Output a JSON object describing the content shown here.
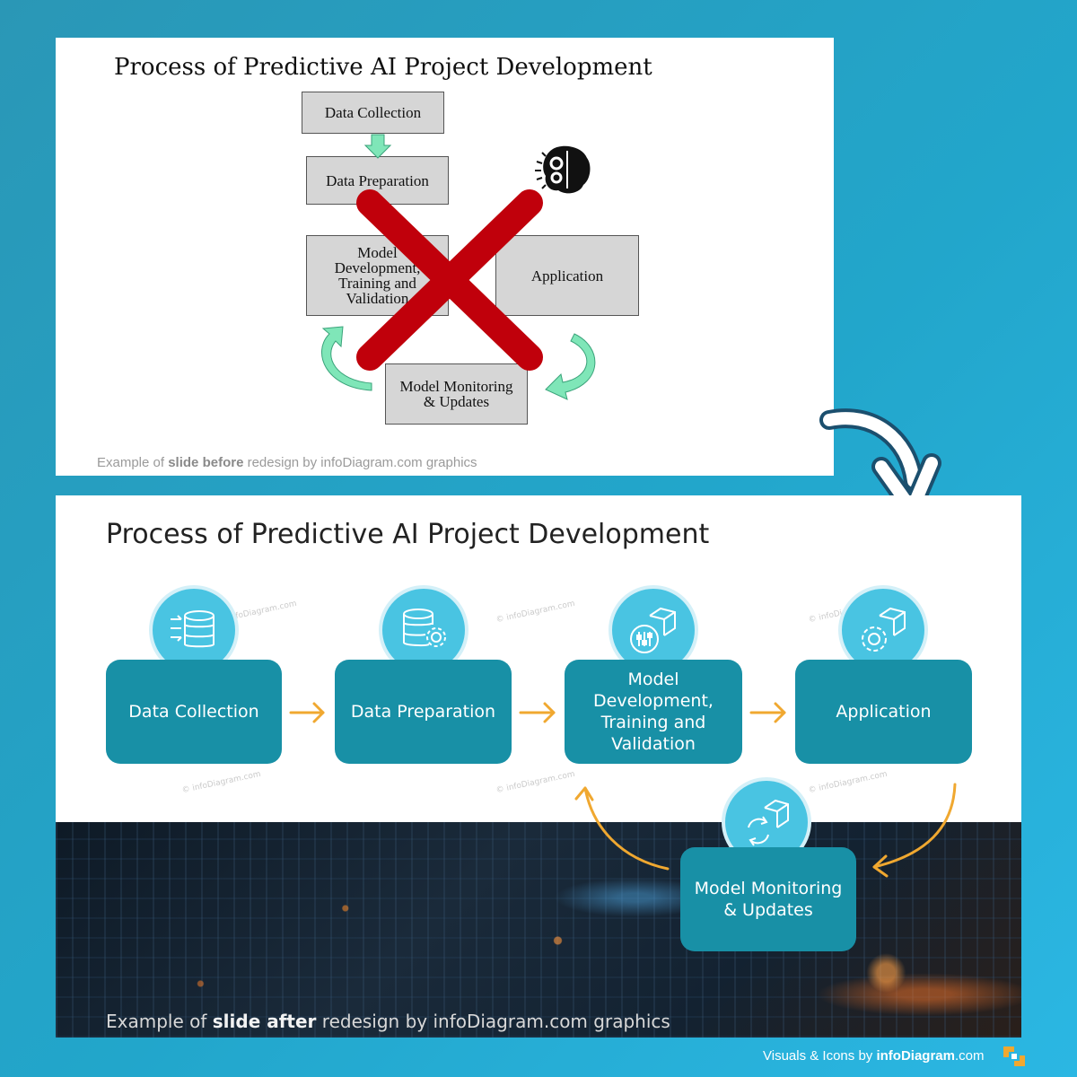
{
  "before": {
    "title": "Process of Predictive AI Project Development",
    "boxes": {
      "data_collection": "Data Collection",
      "data_preparation": "Data Preparation",
      "model_line1": "Model",
      "model_line2": "Development,",
      "model_line3": "Training and",
      "model_line4": "Validation",
      "application": "Application",
      "monitoring_line1": "Model Monitoring",
      "monitoring_line2": "& Updates"
    },
    "caption": {
      "prefix": "Example of ",
      "bold": "slide before",
      "suffix": " redesign by infoDiagram.com graphics"
    },
    "icons": [
      "brain-gears-icon"
    ],
    "colors": {
      "cross": "#c0000b",
      "arrow": "#7fe6b8"
    }
  },
  "after": {
    "title": "Process of Predictive AI Project Development",
    "steps": [
      {
        "label": "Data Collection",
        "icon": "database-icon"
      },
      {
        "label": "Data Preparation",
        "icon": "database-gear-icon"
      },
      {
        "label": "Model Development, Training and Validation",
        "icon": "cube-sliders-icon"
      },
      {
        "label": "Application",
        "icon": "cube-gear-icon"
      }
    ],
    "monitoring": {
      "line1": "Model Monitoring",
      "line2": "& Updates",
      "icon": "cube-refresh-icon"
    },
    "caption": {
      "prefix": "Example of ",
      "bold": "slide after",
      "suffix": " redesign by infoDiagram.com graphics"
    },
    "watermark": "© infoDiagram.com",
    "colors": {
      "box": "#1890a6",
      "circle": "#49c4e2",
      "arrow": "#f0a830"
    }
  },
  "footer": {
    "prefix": "Visuals & Icons by ",
    "brand": "infoDiagram",
    "suffix": ".com"
  }
}
